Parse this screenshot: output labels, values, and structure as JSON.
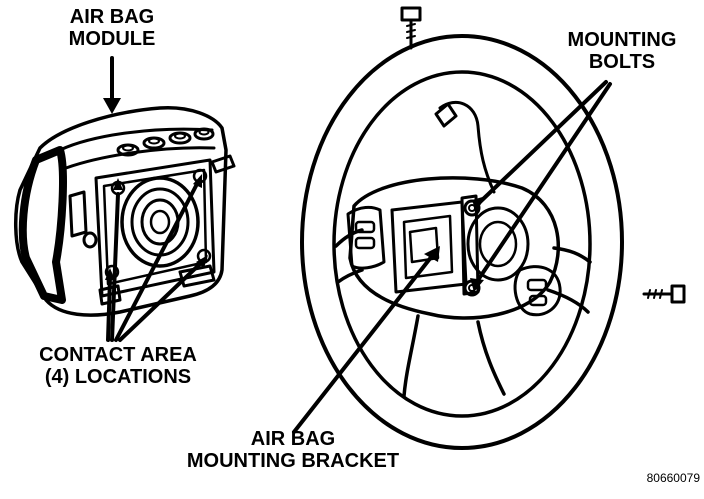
{
  "labels": {
    "airbag_module": [
      "AIR BAG",
      "MODULE"
    ],
    "mounting_bolts": [
      "MOUNTING",
      "BOLTS"
    ],
    "contact_area": [
      "CONTACT AREA",
      "(4) LOCATIONS"
    ],
    "airbag_mounting_bracket": [
      "AIR BAG",
      "MOUNTING BRACKET"
    ],
    "figure_code": "80660079"
  }
}
